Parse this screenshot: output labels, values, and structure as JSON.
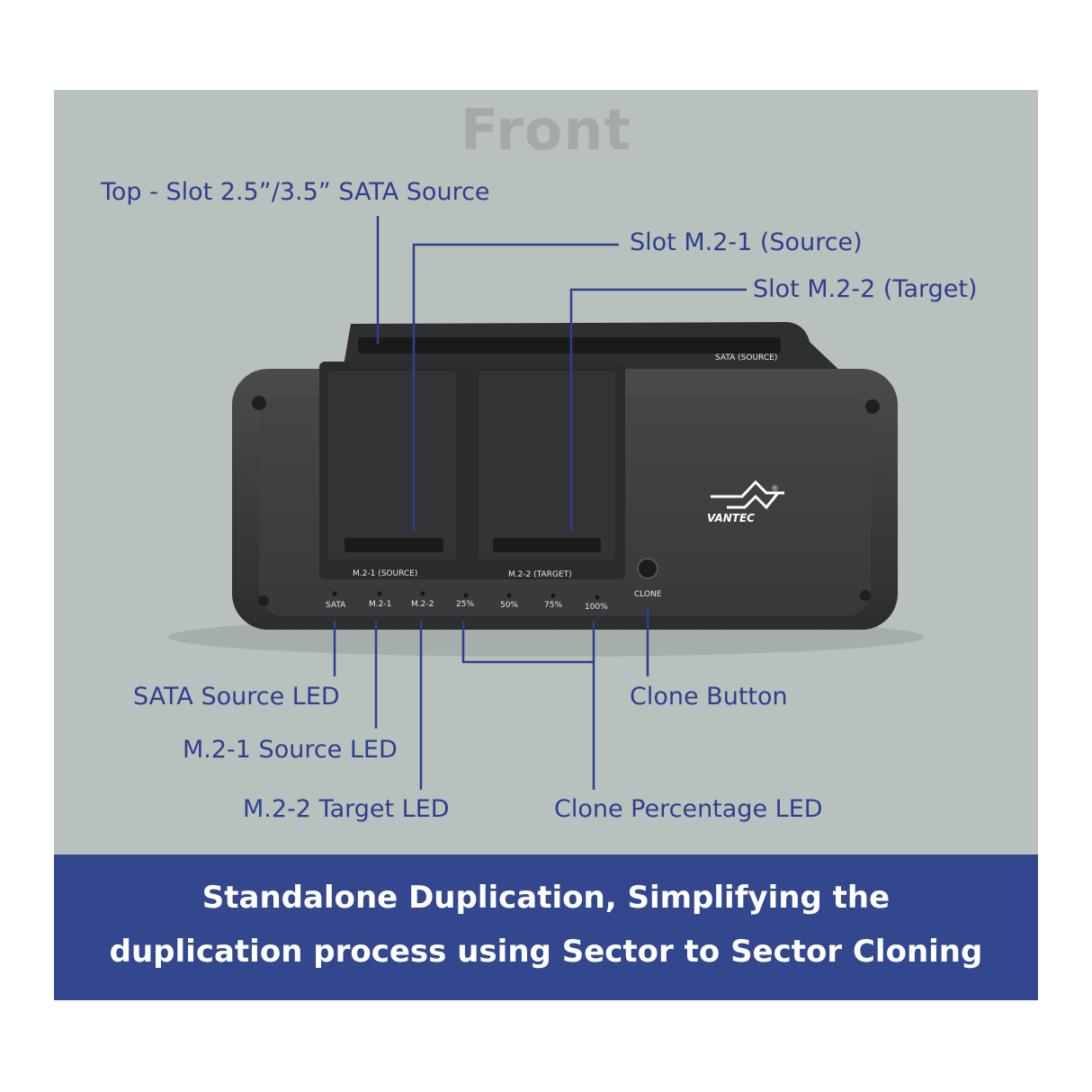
{
  "heading": "Front",
  "callouts": {
    "top_slot": "Top - Slot 2.5”/3.5” SATA Source",
    "slot_m2_1": "Slot M.2-1 (Source)",
    "slot_m2_2": "Slot M.2-2 (Target)",
    "sata_led": "SATA Source LED",
    "m2_1_led": "M.2-1 Source LED",
    "m2_2_led": "M.2-2 Target LED",
    "clone_button": "Clone Button",
    "clone_pct_led": "Clone Percentage LED"
  },
  "device": {
    "brand": "VANTEC",
    "registered": "®",
    "top_slot_label": "SATA (SOURCE)",
    "slot1_label": "M.2-1 (SOURCE)",
    "slot2_label": "M.2-2 (TARGET)",
    "clone_label": "CLONE",
    "leds": [
      "SATA",
      "M.2-1",
      "M.2-2",
      "25%",
      "50%",
      "75%",
      "100%"
    ]
  },
  "banner": {
    "line1": "Standalone Duplication, Simplifying the",
    "line2": "duplication process using Sector to Sector Cloning"
  },
  "colors": {
    "panel_bg": "#b9c1be",
    "callout_text": "#2f3f8c",
    "leader_line": "#2f3f8c",
    "banner_bg": "#33478f",
    "device_body": "#3a3b3d"
  }
}
